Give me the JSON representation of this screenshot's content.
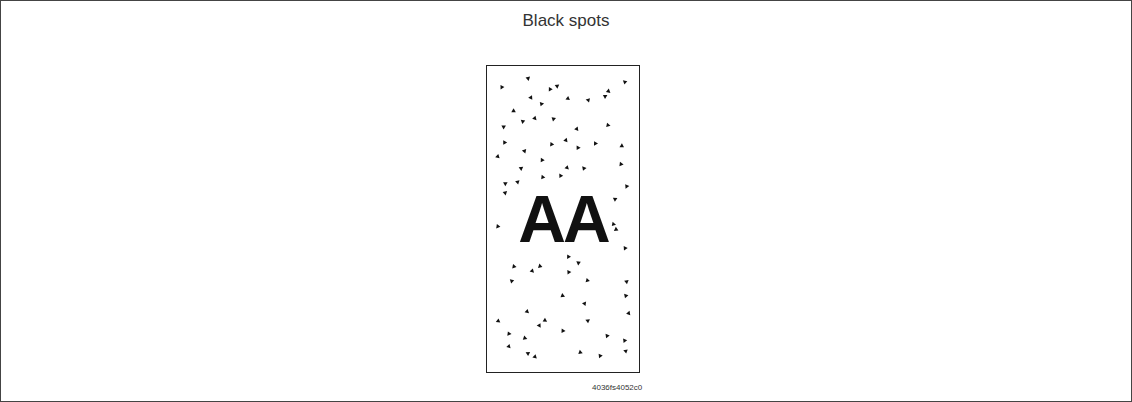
{
  "diagram": {
    "title": "Black spots",
    "nodes": [
      {
        "text": [
          "AA"
        ]
      }
    ],
    "labels": [
      "4036fs4052c0"
    ]
  }
}
